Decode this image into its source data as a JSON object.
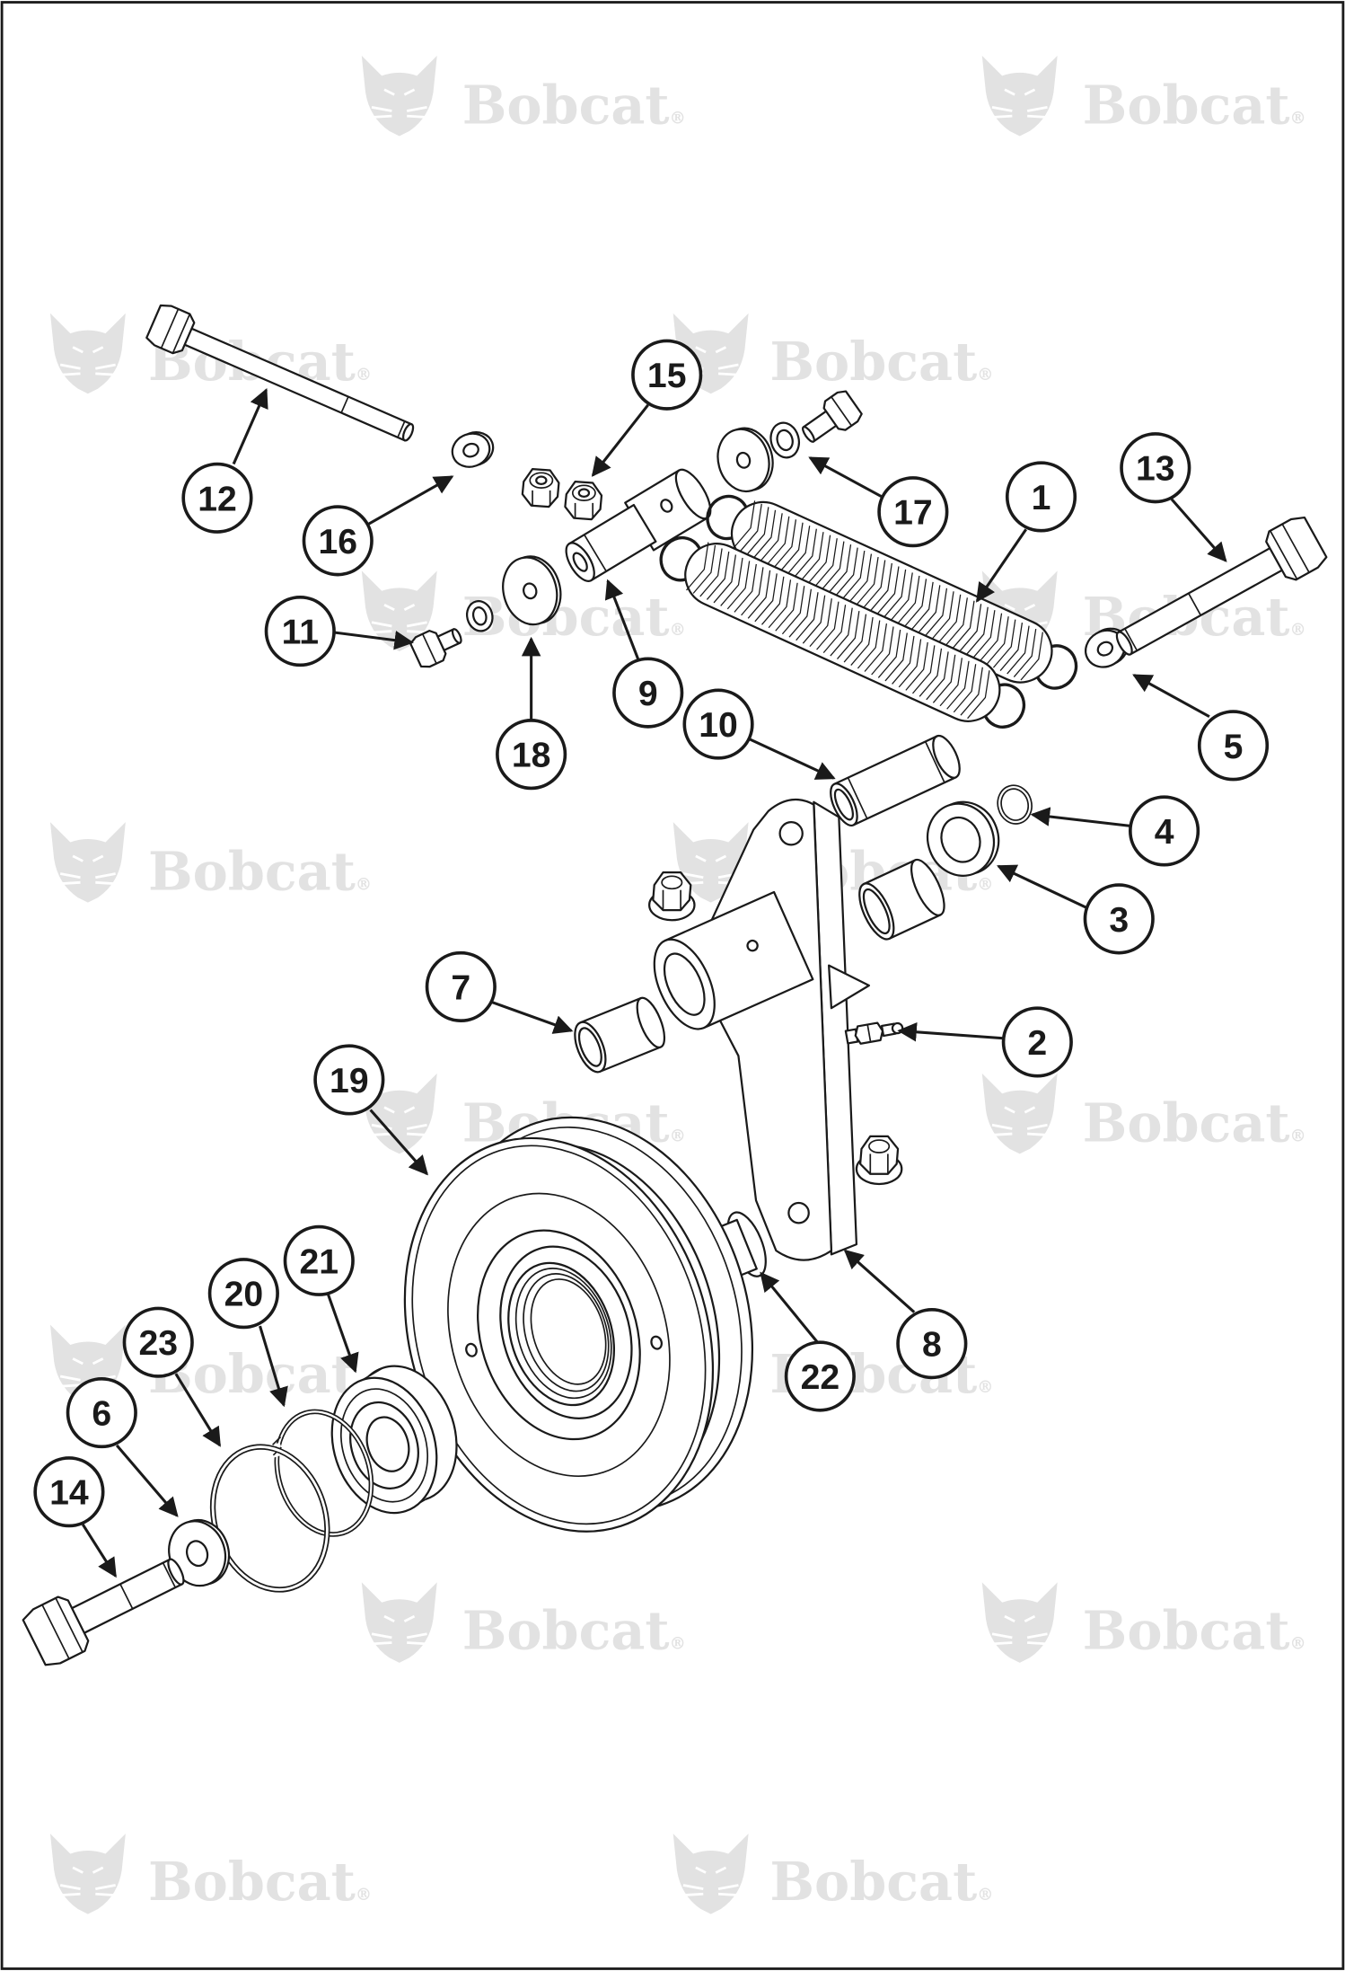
{
  "watermark": {
    "text": "Bobcat",
    "registered_mark": "®",
    "color": "#e2e2e2"
  },
  "colors": {
    "line": "#1a1a1a",
    "background": "#ffffff"
  },
  "callouts": [
    "1",
    "2",
    "3",
    "4",
    "5",
    "6",
    "7",
    "8",
    "9",
    "10",
    "11",
    "12",
    "13",
    "14",
    "15",
    "16",
    "17",
    "18",
    "19",
    "20",
    "21",
    "22",
    "23"
  ]
}
